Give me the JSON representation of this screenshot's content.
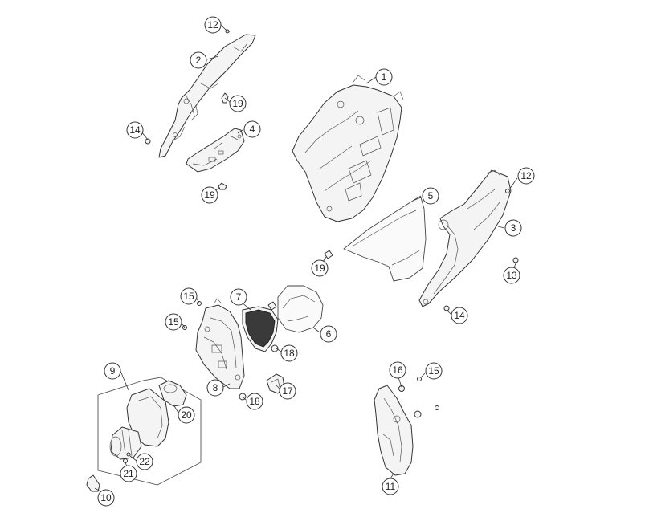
{
  "callouts": {
    "c1": "1",
    "c2": "2",
    "c3": "3",
    "c4": "4",
    "c5": "5",
    "c6": "6",
    "c7": "7",
    "c8": "8",
    "c9": "9",
    "c10": "10",
    "c11": "11",
    "c12a": "12",
    "c12b": "12",
    "c13": "13",
    "c14a": "14",
    "c14b": "14",
    "c15a": "15",
    "c15b": "15",
    "c15c": "15",
    "c16": "16",
    "c17": "17",
    "c18a": "18",
    "c18b": "18",
    "c19a": "19",
    "c19b": "19",
    "c19c": "19",
    "c20": "20",
    "c21": "21",
    "c22": "22"
  },
  "colors": {
    "line": "#333333",
    "fill": "#f4f4f4",
    "filter_dark": "#3a3a3a"
  }
}
